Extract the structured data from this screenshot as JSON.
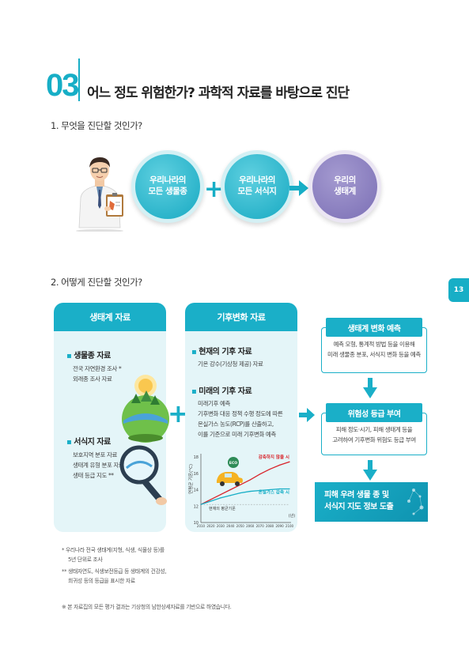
{
  "header": {
    "section_number": "03",
    "title": "어느 정도 위험한가? 과학적 자료를 바탕으로 진단"
  },
  "page_tab": "13",
  "section1": {
    "heading": "1. 무엇을 진단할 것인가?",
    "circles": [
      {
        "line1": "우리나라의",
        "line2": "모든 생물종"
      },
      {
        "line1": "우리나라의",
        "line2": "모든 서식지"
      },
      {
        "line1": "우리의",
        "line2": "생태계"
      }
    ]
  },
  "section2": {
    "heading": "2. 어떻게 진단할 것인가?",
    "eco_panel": {
      "title": "생태계 자료",
      "species_title": "생물종 자료",
      "species_line1": "전국 자연환경 조사 *",
      "species_line2": "외래종 조사 자료",
      "habitat_title": "서식지 자료",
      "habitat_line1": "보호지역 분포 자료",
      "habitat_line2": "생태계 유형 분포 자료",
      "habitat_line3": "생태 등급 지도 **"
    },
    "climate_panel": {
      "title": "기후변화 자료",
      "current_title": "현재의 기후 자료",
      "current_line1": "기온 강수(기상청 제공) 자료",
      "future_title": "미래의 기후 자료",
      "future_line1": "미래기후 예측",
      "future_line2": "기후변화 대응 정책 수행 정도에 따른",
      "future_line3": "온실가스 농도(RCP)를 산출하고,",
      "future_line4": "이를 기준으로 미래 기후변화 예측"
    },
    "flow": {
      "step1_title": "생태계 변화 예측",
      "step1_line1": "예측 모형, 통계적 방법 등을 이용해",
      "step1_line2": "미래 생물종 분포, 서식지 변화 등을 예측",
      "step2_title": "위험성 등급 부여",
      "step2_line1": "피해 정도·시기, 피해 생태계 등을",
      "step2_line2": "고려하여 기후변화 위험도 등급 부여",
      "final_line1": "피해 우려 생물 종 및",
      "final_line2": "서식지 지도 정보 도출"
    }
  },
  "chart_data": {
    "type": "line",
    "ylabel": "연평균 기온(°C)",
    "xlabel": "(년)",
    "ylim": [
      10,
      18
    ],
    "yticks": [
      "18",
      "16",
      "14",
      "12",
      "10"
    ],
    "xticks": [
      "2010",
      "2020",
      "2030",
      "2040",
      "2050",
      "2060",
      "2070",
      "2080",
      "2090",
      "2100"
    ],
    "series": [
      {
        "name": "감축하지 않을 시",
        "color": "#d8232a",
        "x": [
          2010,
          2020,
          2030,
          2040,
          2050,
          2060,
          2070,
          2080,
          2090,
          2100
        ],
        "y": [
          12.2,
          12.8,
          13.4,
          14.0,
          14.6,
          15.2,
          15.9,
          16.5,
          17.0,
          17.4
        ]
      },
      {
        "name": "온실가스 감축 시",
        "color": "#17aec6",
        "x": [
          2010,
          2020,
          2030,
          2040,
          2050,
          2060,
          2070,
          2080,
          2090,
          2100
        ],
        "y": [
          12.2,
          12.6,
          13.0,
          13.3,
          13.6,
          13.8,
          13.9,
          14.0,
          14.1,
          14.1
        ]
      }
    ],
    "annotations": {
      "baseline_label": "현재의 평균기온",
      "car_label": "ECO"
    }
  },
  "footnotes": {
    "note1_line1": "* 우리나라 전국 생태계(지형, 식생, 식물상 등)를",
    "note1_line2": "5년 단위로 조사",
    "note2_line1": "** 생태자연도, 식생보전등급 등 생태계의 건강성,",
    "note2_line2": "희귀성 등의 등급을 표시한 자료",
    "bottom_note": "※ 본 자료집의 모든 평가 결과는 기상청의 남한상세자료를 기반으로 하였습니다."
  }
}
